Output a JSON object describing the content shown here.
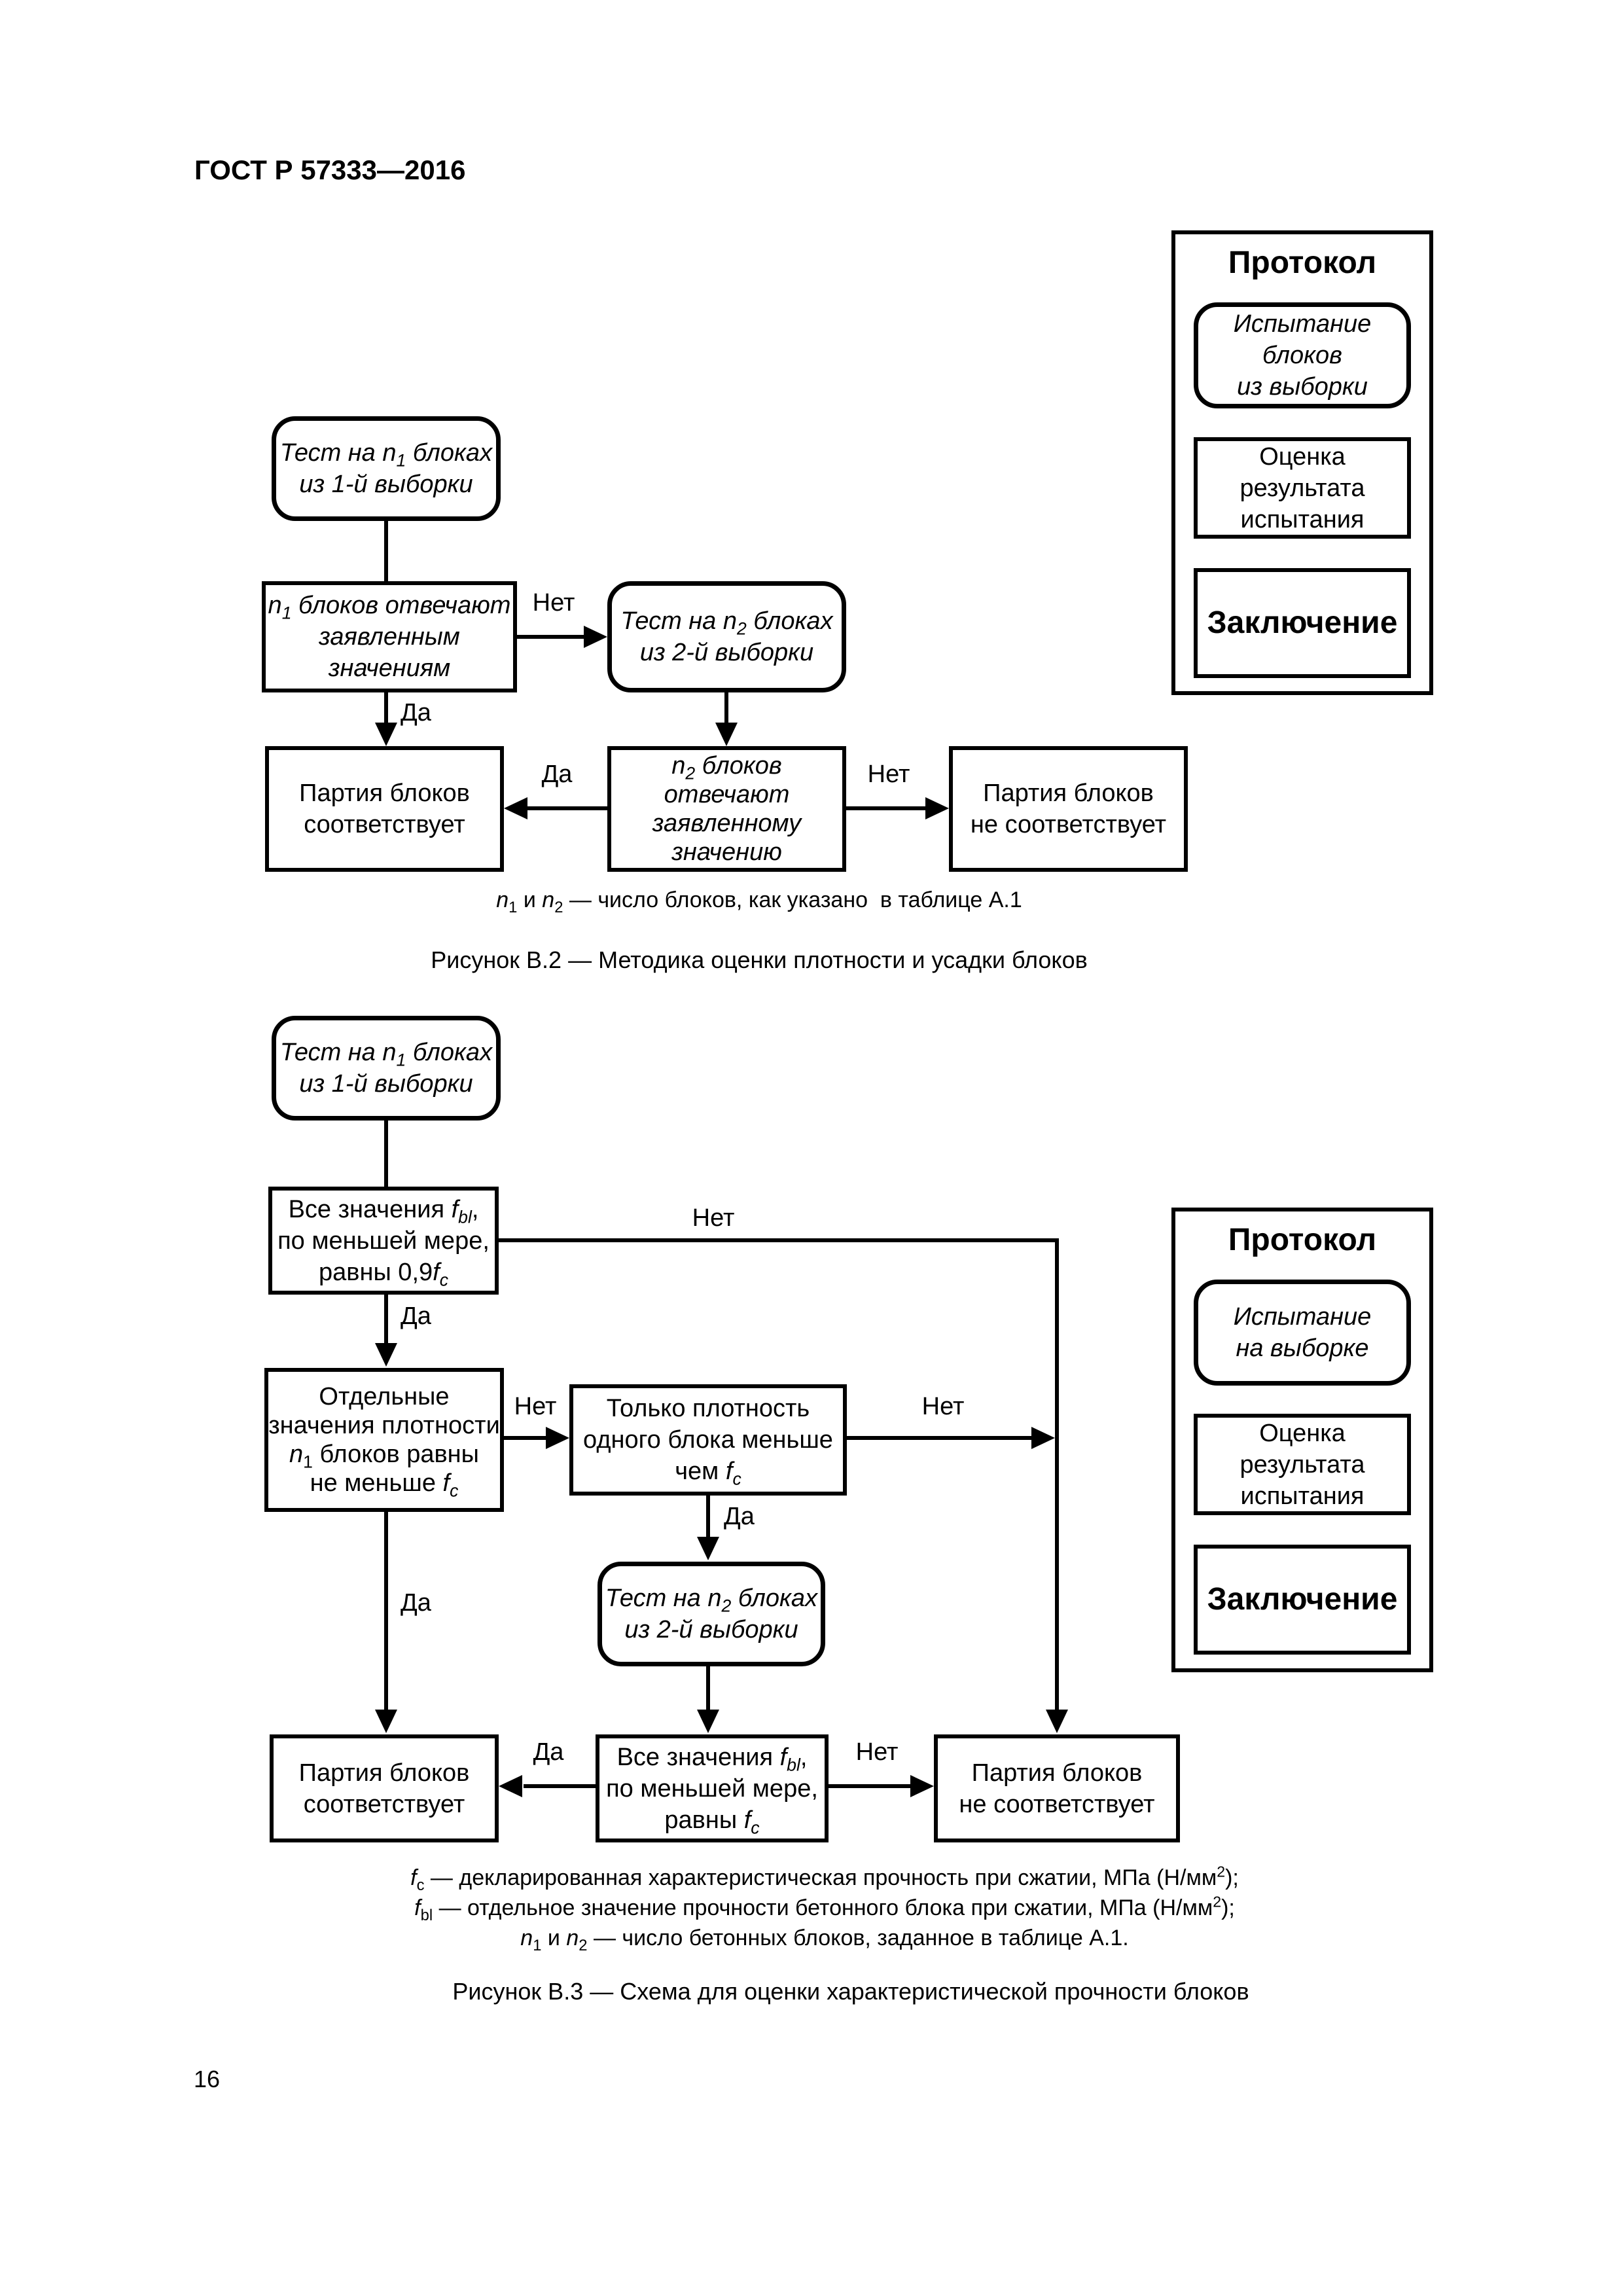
{
  "page": {
    "header": "ГОСТ Р 57333—2016",
    "page_number": "16"
  },
  "labels": {
    "yes": "Да",
    "no": "Нет"
  },
  "protocol1": {
    "title": "Протокол",
    "box_test": [
      [
        {
          "t": "Испытание",
          "i": true
        }
      ],
      [
        {
          "t": "блоков",
          "i": true
        }
      ],
      [
        {
          "t": "из выборки",
          "i": true
        }
      ]
    ],
    "box_eval": [
      [
        {
          "t": "Оценка"
        }
      ],
      [
        {
          "t": "результата"
        }
      ],
      [
        {
          "t": "испытания"
        }
      ]
    ],
    "box_conclusion": "Заключение"
  },
  "protocol2": {
    "title": "Протокол",
    "box_test": [
      [
        {
          "t": "Испытание",
          "i": true
        }
      ],
      [
        {
          "t": "на выборке",
          "i": true
        }
      ]
    ],
    "box_eval": [
      [
        {
          "t": "Оценка"
        }
      ],
      [
        {
          "t": "результата"
        }
      ],
      [
        {
          "t": "испытания"
        }
      ]
    ],
    "box_conclusion": "Заключение"
  },
  "fig_b2": {
    "nodes": {
      "test1": [
        [
          {
            "t": "Тест на ",
            "i": true
          },
          {
            "t": "n",
            "i": true
          },
          {
            "t": "1",
            "i": true,
            "sub": true
          },
          {
            "t": " блоках",
            "i": true
          }
        ],
        [
          {
            "t": "из 1-й выборки",
            "i": true
          }
        ]
      ],
      "n1_meet": [
        [
          {
            "t": "n",
            "i": true
          },
          {
            "t": "1",
            "i": true,
            "sub": true
          },
          {
            "t": " блоков отвечают",
            "i": true
          }
        ],
        [
          {
            "t": "заявленным",
            "i": true
          }
        ],
        [
          {
            "t": "значениям",
            "i": true
          }
        ]
      ],
      "test2": [
        [
          {
            "t": "Тест на ",
            "i": true
          },
          {
            "t": "n",
            "i": true
          },
          {
            "t": "2",
            "i": true,
            "sub": true
          },
          {
            "t": " блоках",
            "i": true
          }
        ],
        [
          {
            "t": "из 2-й выборки",
            "i": true
          }
        ]
      ],
      "pass": [
        [
          {
            "t": "Партия блоков"
          }
        ],
        [
          {
            "t": "соответствует"
          }
        ]
      ],
      "n2_meet": [
        [
          {
            "t": "n",
            "i": true
          },
          {
            "t": "2",
            "i": true,
            "sub": true
          },
          {
            "t": " блоков",
            "i": true
          }
        ],
        [
          {
            "t": "отвечают",
            "i": true
          }
        ],
        [
          {
            "t": "заявленному",
            "i": true
          }
        ],
        [
          {
            "t": "значению",
            "i": true
          }
        ]
      ],
      "fail": [
        [
          {
            "t": "Партия блоков"
          }
        ],
        [
          {
            "t": "не соответствует"
          }
        ]
      ]
    },
    "footnote": [
      [
        {
          "t": "n",
          "i": true
        },
        {
          "t": "1",
          "sub": true
        },
        {
          "t": " и "
        },
        {
          "t": "n",
          "i": true
        },
        {
          "t": "2",
          "sub": true
        },
        {
          "t": " — число блоков, как указано  в таблице А.1"
        }
      ]
    ],
    "caption": "Рисунок В.2 — Методика оценки плотности и усадки блоков"
  },
  "fig_b3": {
    "nodes": {
      "test1": [
        [
          {
            "t": "Тест на ",
            "i": true
          },
          {
            "t": "n",
            "i": true
          },
          {
            "t": "1",
            "i": true,
            "sub": true
          },
          {
            "t": " блоках",
            "i": true
          }
        ],
        [
          {
            "t": "из 1-й выборки",
            "i": true
          }
        ]
      ],
      "all_09fc": [
        [
          {
            "t": "Все значения "
          },
          {
            "t": "f",
            "i": true
          },
          {
            "t": "bl",
            "i": true,
            "sub": true
          },
          {
            "t": ","
          }
        ],
        [
          {
            "t": "по меньшей мере,"
          }
        ],
        [
          {
            "t": "равны 0,9"
          },
          {
            "t": "f",
            "i": true
          },
          {
            "t": "c",
            "i": true,
            "sub": true
          }
        ]
      ],
      "individual": [
        [
          {
            "t": "Отдельные"
          }
        ],
        [
          {
            "t": "значения плотности"
          }
        ],
        [
          {
            "t": "n",
            "i": true
          },
          {
            "t": "1",
            "sub": true
          },
          {
            "t": " блоков равны"
          }
        ],
        [
          {
            "t": "не меньше ",
            "i": false
          },
          {
            "t": "f",
            "i": true
          },
          {
            "t": "c",
            "i": true,
            "sub": true
          }
        ]
      ],
      "only_one": [
        [
          {
            "t": "Только плотность"
          }
        ],
        [
          {
            "t": "одного блока меньше"
          }
        ],
        [
          {
            "t": "чем "
          },
          {
            "t": "f",
            "i": true
          },
          {
            "t": "c",
            "i": true,
            "sub": true
          }
        ]
      ],
      "test2": [
        [
          {
            "t": "Тест на ",
            "i": true
          },
          {
            "t": "n",
            "i": true
          },
          {
            "t": "2",
            "i": true,
            "sub": true
          },
          {
            "t": " блоках",
            "i": true
          }
        ],
        [
          {
            "t": "из 2-й выборки",
            "i": true
          }
        ]
      ],
      "pass": [
        [
          {
            "t": "Партия блоков"
          }
        ],
        [
          {
            "t": "соответствует"
          }
        ]
      ],
      "all_fc": [
        [
          {
            "t": "Все значения "
          },
          {
            "t": "f",
            "i": true
          },
          {
            "t": "bl",
            "i": true,
            "sub": true
          },
          {
            "t": ","
          }
        ],
        [
          {
            "t": "по меньшей мере,"
          }
        ],
        [
          {
            "t": "равны "
          },
          {
            "t": "f",
            "i": true
          },
          {
            "t": "c",
            "i": true,
            "sub": true
          }
        ]
      ],
      "fail": [
        [
          {
            "t": "Партия блоков"
          }
        ],
        [
          {
            "t": "не соответствует"
          }
        ]
      ]
    },
    "footnotes": [
      [
        [
          {
            "t": "f",
            "i": true
          },
          {
            "t": "c",
            "sub": true
          },
          {
            "t": " — декларированная характеристическая прочность при сжатии, МПа (Н/мм"
          },
          {
            "t": "2",
            "sup": true
          },
          {
            "t": ");"
          }
        ]
      ],
      [
        [
          {
            "t": "f",
            "i": true
          },
          {
            "t": "bl",
            "sub": true
          },
          {
            "t": " — отдельное значение прочности бетонного блока при сжатии, МПа (Н/мм"
          },
          {
            "t": "2",
            "sup": true
          },
          {
            "t": ");"
          }
        ]
      ],
      [
        [
          {
            "t": "n",
            "i": true
          },
          {
            "t": "1",
            "sub": true
          },
          {
            "t": " и "
          },
          {
            "t": "n",
            "i": true
          },
          {
            "t": "2",
            "sub": true
          },
          {
            "t": " — число бетонных блоков, заданное в таблице А.1."
          }
        ]
      ]
    ],
    "caption": "Рисунок В.3 — Схема для оценки характеристической прочности блоков"
  }
}
